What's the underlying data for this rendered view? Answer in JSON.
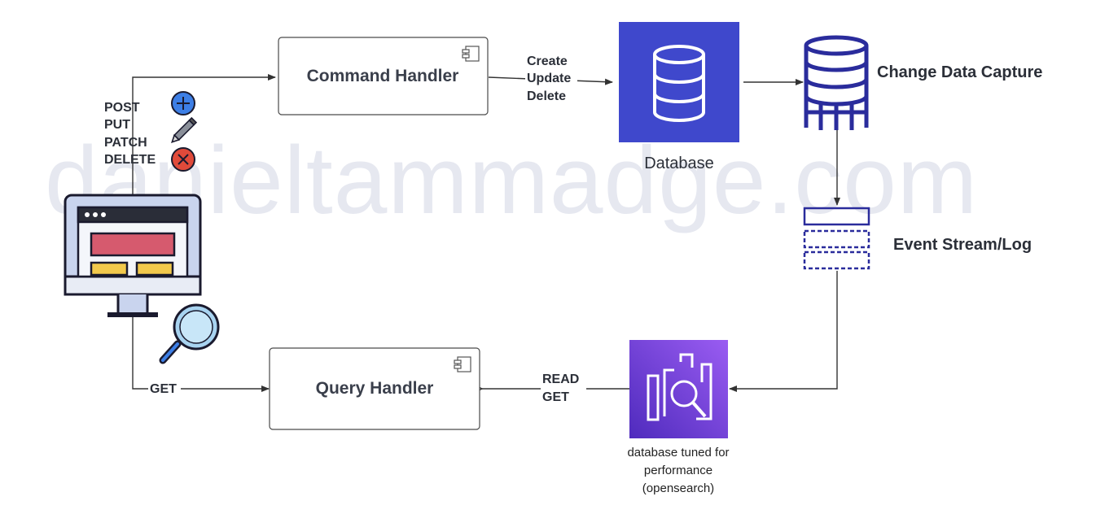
{
  "watermark": "danieltammadge.com",
  "nodes": {
    "command_handler": "Command Handler",
    "query_handler": "Query Handler",
    "database": "Database",
    "change_data_capture": "Change Data Capture",
    "event_stream": "Event Stream/Log",
    "read_db": [
      "database tuned for",
      "performance",
      "(opensearch)"
    ]
  },
  "edges": {
    "write_methods": [
      "POST",
      "PUT",
      "PATCH",
      "DELETE"
    ],
    "db_ops": [
      "Create",
      "Update",
      "Delete"
    ],
    "get": "GET",
    "read_ops": [
      "READ",
      "GET"
    ]
  },
  "colors": {
    "database_tile": "#3f48cc",
    "opensearch_tile": "#7a3fe0",
    "cdc_icon": "#2a2c9c",
    "post_icon": "#3d7fe6",
    "delete_icon": "#e04a3a"
  }
}
